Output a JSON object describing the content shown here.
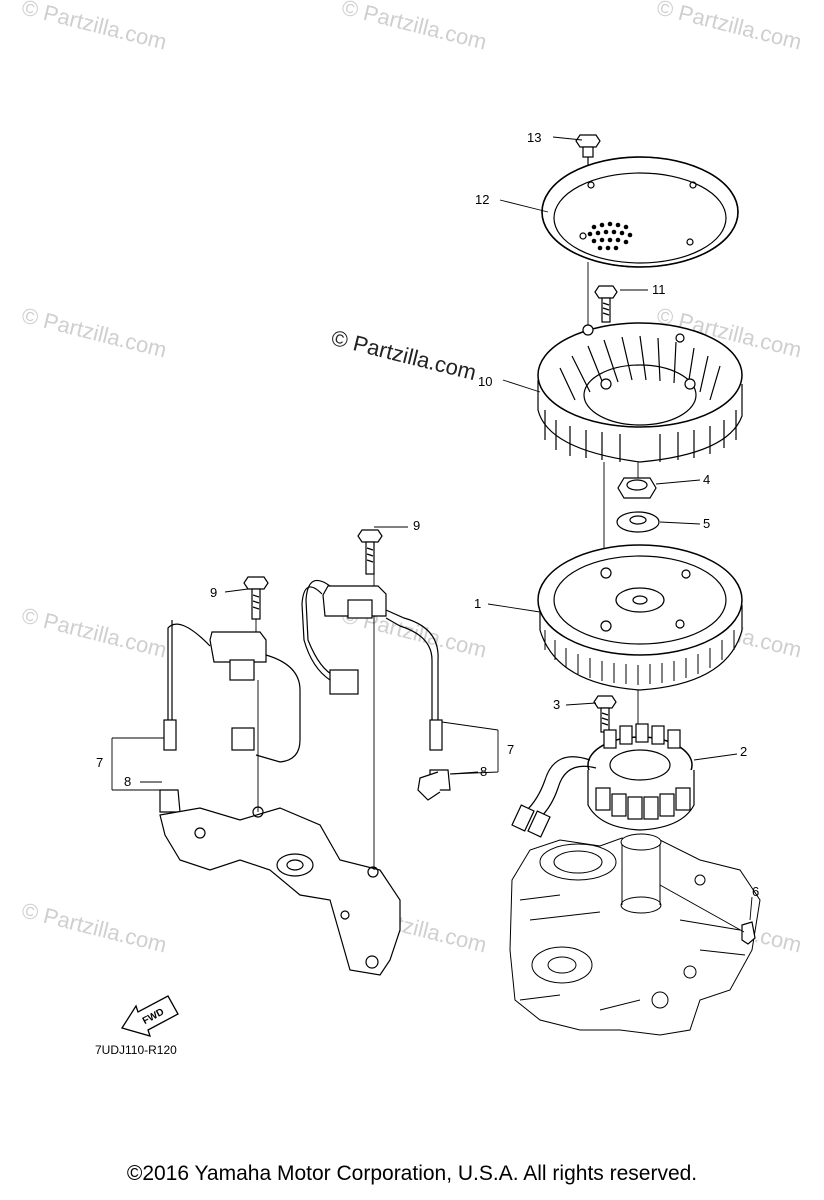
{
  "watermark": "© Partzilla.com",
  "main_watermark": "© Partzilla.com",
  "callouts": [
    "1",
    "2",
    "3",
    "4",
    "5",
    "6",
    "7",
    "7",
    "8",
    "8",
    "9",
    "9",
    "10",
    "11",
    "12",
    "13"
  ],
  "fwd_label": "FWD",
  "diagram_code": "7UDJ110-R120",
  "footer_text": "©2016  Yamaha Motor Corporation, U.S.A. All rights reserved."
}
